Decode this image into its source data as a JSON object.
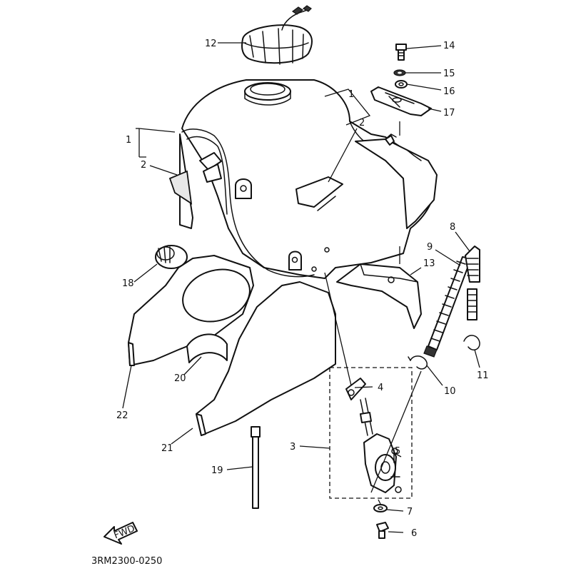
{
  "diagram": {
    "drawing_number": "3RM2300-0250",
    "fwd_label": "FWD",
    "callouts": {
      "c1a": "1",
      "c1b": "1",
      "c2a": "2",
      "c2b": "2",
      "c3": "3",
      "c4": "4",
      "c5": "5",
      "c6": "6",
      "c7": "7",
      "c8": "8",
      "c9": "9",
      "c10": "10",
      "c11": "11",
      "c12": "12",
      "c13": "13",
      "c14": "14",
      "c15": "15",
      "c16": "16",
      "c17": "17",
      "c18": "18",
      "c19": "19",
      "c20": "20",
      "c21": "21",
      "c22": "22"
    }
  }
}
